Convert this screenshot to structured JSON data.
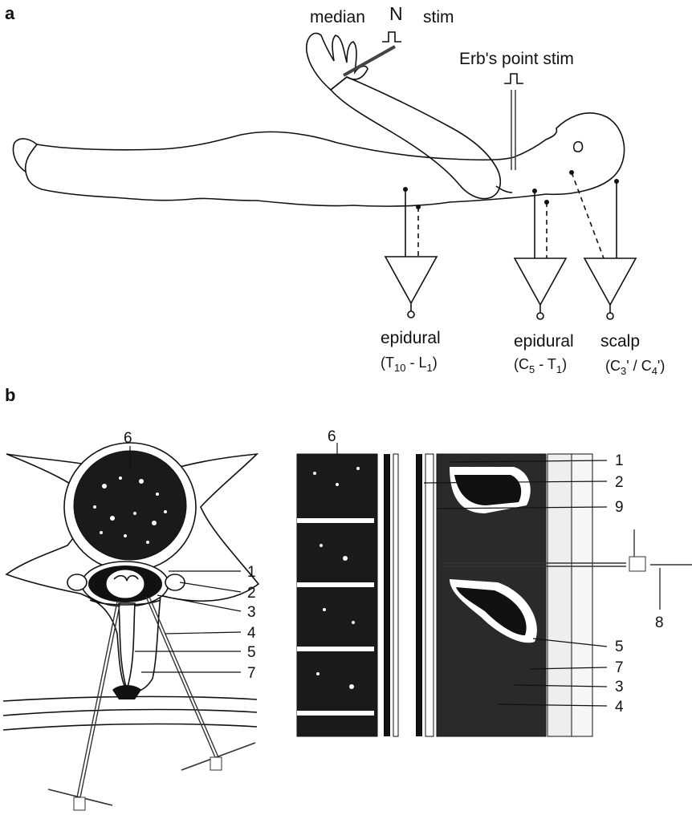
{
  "panel_a": {
    "label": "a",
    "median_word": "median",
    "n_letter": "N",
    "stim_word": "stim",
    "erbs_label": "Erb's point stim",
    "recordings": [
      {
        "title": "epidural",
        "range_a": "T",
        "sub_a": "10",
        "sep": " - ",
        "range_b": "L",
        "sub_b": "1"
      },
      {
        "title": "epidural",
        "range_a": "C",
        "sub_a": "5",
        "sep": " - ",
        "range_b": "T",
        "sub_b": "1"
      },
      {
        "title": "scalp",
        "range_a": "C",
        "sub_a": "3",
        "sep": "' / ",
        "range_b": "C",
        "sub_b": "4",
        "tail": "'"
      }
    ]
  },
  "panel_b": {
    "label": "b",
    "left_numbers": [
      "6",
      "1",
      "2",
      "3",
      "4",
      "5",
      "7"
    ],
    "right_numbers": [
      "6",
      "1",
      "2",
      "9",
      "8",
      "5",
      "7",
      "3",
      "4"
    ]
  }
}
